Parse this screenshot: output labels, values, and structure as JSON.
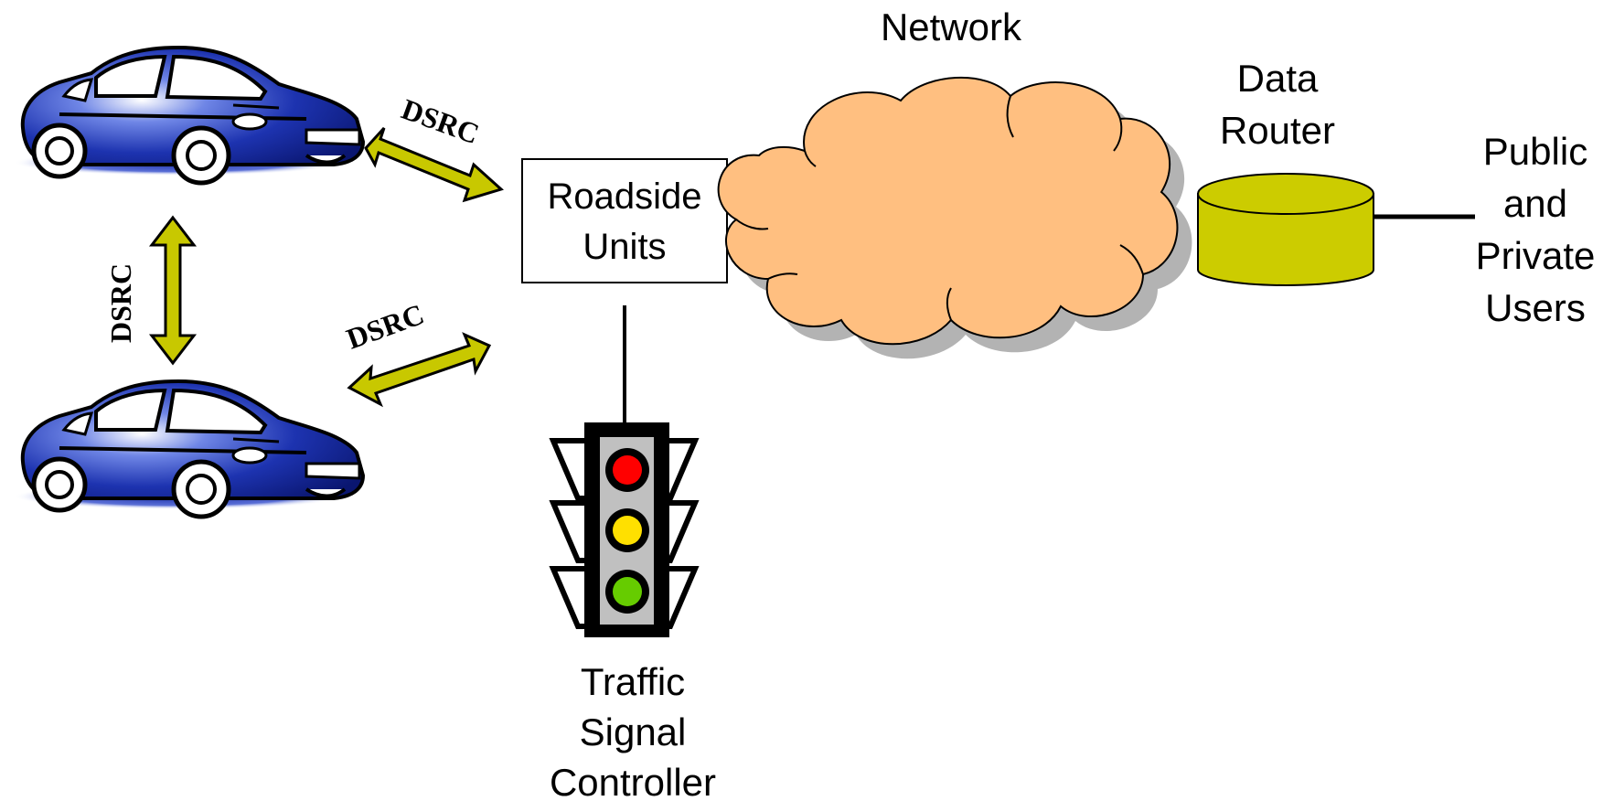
{
  "labels": {
    "network": "Network",
    "roadside_units_line1": "Roadside",
    "roadside_units_line2": "Units",
    "data_router_line1": "Data",
    "data_router_line2": "Router",
    "users_line1": "Public",
    "users_line2": "and",
    "users_line3": "Private",
    "users_line4": "Users",
    "traffic_line1": "Traffic",
    "traffic_line2": "Signal",
    "traffic_line3": "Controller",
    "dsrc_top": "DSRC",
    "dsrc_vertical": "DSRC",
    "dsrc_bottom": "DSRC"
  },
  "colors": {
    "arrow_fill": "#c8c800",
    "cloud_fill": "#ffbf80",
    "router_fill": "#cccc00",
    "car_body": "#1a2ea8",
    "light_red": "#ff0000",
    "light_yellow": "#ffe000",
    "light_green": "#66cc00",
    "signal_body": "#c0c0c0"
  },
  "icons": {
    "car_top": "car-icon",
    "car_bottom": "car-icon",
    "cloud": "cloud-icon",
    "router": "cylinder-icon",
    "traffic_light": "traffic-light-icon"
  }
}
